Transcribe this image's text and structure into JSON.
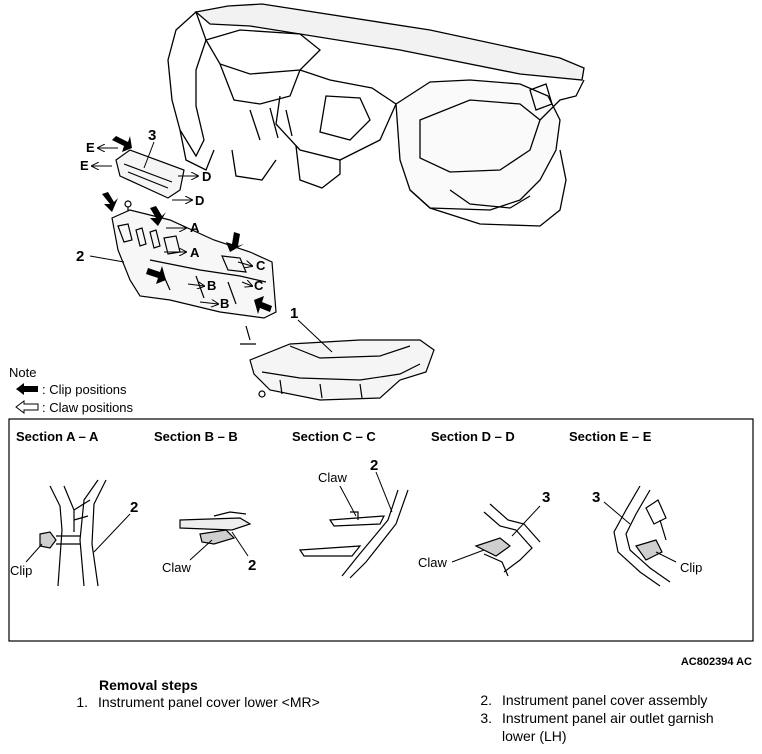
{
  "figure": {
    "labels": {
      "part_1": "1",
      "part_2": "2",
      "part_3": "3",
      "a": "A",
      "b": "B",
      "c": "C",
      "d": "D",
      "e": "E"
    },
    "note": {
      "title": "Note",
      "clip_text": ": Clip positions",
      "claw_text": ": Claw positions"
    },
    "sections": [
      {
        "title": "Section A – A",
        "callout_label": "Clip",
        "part": "2"
      },
      {
        "title": "Section B – B",
        "callout_label": "Claw",
        "part": "2"
      },
      {
        "title": "Section C – C",
        "callout_label": "Claw",
        "part": "2"
      },
      {
        "title": "Section D – D",
        "callout_label": "Claw",
        "part": "3"
      },
      {
        "title": "Section E – E",
        "callout_label": "Clip",
        "part": "3"
      }
    ],
    "code": "AC802394 AC"
  },
  "removal": {
    "heading": "Removal steps",
    "steps": [
      {
        "num": "1.",
        "text": "Instrument panel cover lower <MR>"
      },
      {
        "num": "2.",
        "text": "Instrument panel cover assembly"
      },
      {
        "num": "3.",
        "text": "Instrument panel air outlet garnish"
      },
      {
        "num": "",
        "text": "lower (LH)"
      }
    ]
  }
}
